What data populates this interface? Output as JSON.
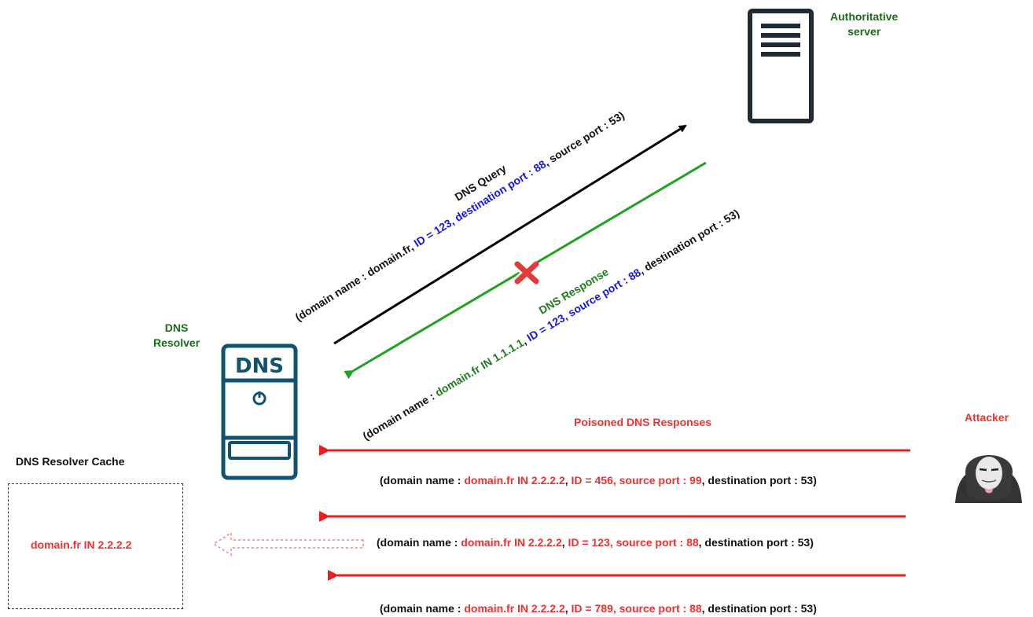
{
  "resolver": {
    "title_line1": "DNS",
    "title_line2": "Resolver",
    "badge_text": "DNS"
  },
  "authoritative": {
    "title_line1": "Authoritative",
    "title_line2": "server"
  },
  "attacker": {
    "title": "Attacker"
  },
  "cache": {
    "title": "DNS Resolver Cache",
    "entry": "domain.fr IN 2.2.2.2"
  },
  "query": {
    "title": "DNS Query",
    "prefix": "(domain name : domain.fr, ",
    "id_part": "ID = 123, destination port : 88",
    "suffix": ", source port : 53)"
  },
  "response": {
    "title": "DNS Response",
    "prefix": "(domain name : ",
    "record": "domain.fr IN 1.1.1.1",
    "sep": ", ",
    "id_part": "ID = 123, source port : 88",
    "suffix": ", destination port : 53)"
  },
  "poisoned": {
    "title": "Poisoned DNS Responses",
    "lines": [
      {
        "prefix": "(domain name : ",
        "record": "domain.fr IN 2.2.2.2",
        "sep": ", ",
        "id_part": "ID = 456, source port : 99",
        "suffix": ", destination port : 53)"
      },
      {
        "prefix": "(domain name : ",
        "record": "domain.fr IN 2.2.2.2",
        "sep": ", ",
        "id_part": "ID = 123, source port : 88",
        "suffix": ", destination port : 53)"
      },
      {
        "prefix": "(domain name : ",
        "record": "domain.fr IN 2.2.2.2",
        "sep": ", ",
        "id_part": "ID = 789, source port : 88",
        "suffix": ", destination port : 53)"
      }
    ]
  },
  "colors": {
    "query_arrow": "#000000",
    "response_arrow": "#22a022",
    "poison_arrow": "#ee1c1c",
    "server_icon": "#1e2a36",
    "resolver_icon": "#0f5272",
    "blocked_x": "#e23b3b"
  }
}
